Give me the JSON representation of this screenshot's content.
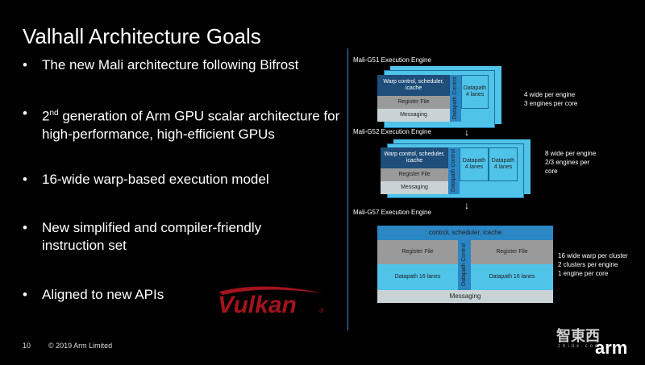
{
  "title": "Valhall Architecture Goals",
  "bullets": [
    {
      "text": "The new Mali architecture following Bifrost"
    },
    {
      "sup": "nd",
      "pre": "2",
      "text": " generation of Arm GPU scalar architecture for high-performance, high-efficient GPUs"
    },
    {
      "text": "16-wide warp-based execution model"
    },
    {
      "text": "New simplified and compiler-friendly instruction set"
    },
    {
      "text": "Aligned to new APIs"
    }
  ],
  "bullet_symbol": "•",
  "footer": {
    "page": "10",
    "copyright": "© 2019 Arm Limited"
  },
  "logo": {
    "text": "Vulkan",
    "registered": "®"
  },
  "watermark": {
    "cn": "智東西",
    "sub": "zhidx.com",
    "arm": "arm"
  },
  "diagram": {
    "g51": {
      "title": "Mali-G51 Execution Engine",
      "warp": "Warp control, scheduler, icache",
      "regfile": "Register File",
      "messaging": "Messaging",
      "datapath_control": "Datapath Control",
      "datapath": "Datapath 4 lanes",
      "notes": [
        "4 wide per engine",
        "3 engines per core"
      ]
    },
    "g52": {
      "title": "Mali-G52 Execution Engine",
      "warp": "Warp control, scheduler, icache",
      "regfile": "Register File",
      "messaging": "Messaging",
      "datapath_control": "Datapath Control",
      "datapath1": "Datapath 4 lanes",
      "datapath2": "Datapath 4 lanes",
      "notes": [
        "8 wide per engine",
        "2/3 engines per",
        "core"
      ]
    },
    "g57": {
      "title": "Mali-G57 Execution Engine",
      "top": "control, scheduler, icache",
      "regfile1": "Register File",
      "regfile2": "Register File",
      "datapath_control": "Datapath Control",
      "datapath1": "Datapath 16 lanes",
      "datapath2": "Datapath 16 lanes",
      "messaging": "Messaging",
      "notes": [
        "16 wide warp per cluster",
        "2 clusters per engine",
        "1 engine per core"
      ]
    },
    "arrow": "↓"
  },
  "colors": {
    "background": "#000000",
    "divider": "#3b8bc4",
    "dark_blue": "#1e4e79",
    "mid_blue": "#2b86c4",
    "light_blue": "#4fc3e8",
    "pale_blue": "#7fd6f0",
    "gray": "#9a9a9a",
    "light_gray": "#c9d3d6",
    "vulkan_red": "#a4131c"
  }
}
